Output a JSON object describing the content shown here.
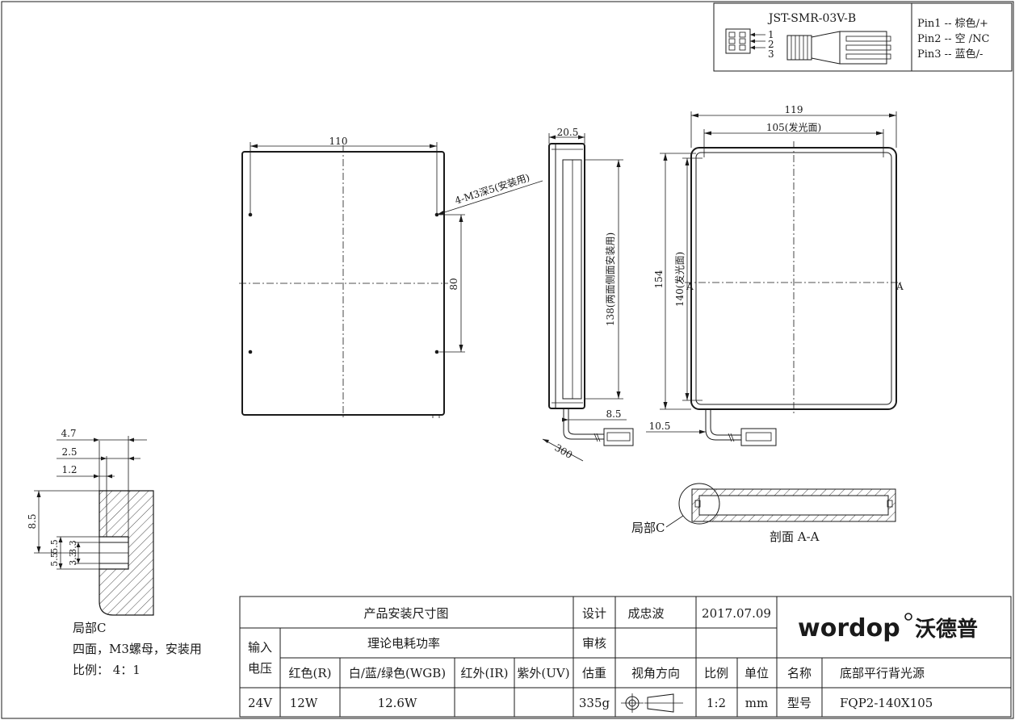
{
  "connector": {
    "model": "JST-SMR-03V-B",
    "pin_numbers": [
      "1",
      "2",
      "3"
    ],
    "pins": [
      "Pin1 -- 棕色/+",
      "Pin2 -- 空 /NC",
      "Pin3 -- 蓝色/-"
    ]
  },
  "front_view": {
    "width": "110",
    "hole_spacing": "80",
    "hole_note": "4-M3深5(安装用)"
  },
  "side_view": {
    "thickness": "20.5",
    "side_height": "138(两面侧面安装用)",
    "cable_offset": "8.5",
    "cable_length": "300"
  },
  "right_view": {
    "outer_width": "119",
    "emit_width": "105(发光面)",
    "outer_height": "154",
    "emit_height": "140(发光面)",
    "cable_offset": "10.5",
    "section_mark": "A"
  },
  "section": {
    "detail_label": "局部C",
    "section_title": "剖面 A-A"
  },
  "detail": {
    "dims": [
      "4.7",
      "2.5",
      "1.2",
      "8.5",
      "5.5",
      "3.3",
      "5.5",
      "3.3"
    ],
    "caption": [
      "局部C",
      "四面，M3螺母，安装用",
      "比例：  4：1"
    ]
  },
  "title_block": {
    "title": "产品安装尺寸图",
    "design_label": "设计",
    "designer": "成忠波",
    "date": "2017.07.09",
    "review_label": "审核",
    "input_voltage_label": "输入电压",
    "power_label": "理论电耗功率",
    "color_headers": [
      "红色(R)",
      "白/蓝/绿色(WGB)",
      "红外(IR)",
      "紫外(UV)"
    ],
    "weight_label": "估重",
    "view_label": "视角方向",
    "scale_label": "比例",
    "unit_label": "单位",
    "name_label": "名称",
    "name_value": "底部平行背光源",
    "voltage": "24V",
    "power_r": "12W",
    "power_wgb": "12.6W",
    "weight": "335g",
    "scale": "1:2",
    "unit": "mm",
    "model_label": "型号",
    "model_value": "FQP2-140X105",
    "logo_text": "wordop",
    "logo_cn": "沃德普"
  }
}
